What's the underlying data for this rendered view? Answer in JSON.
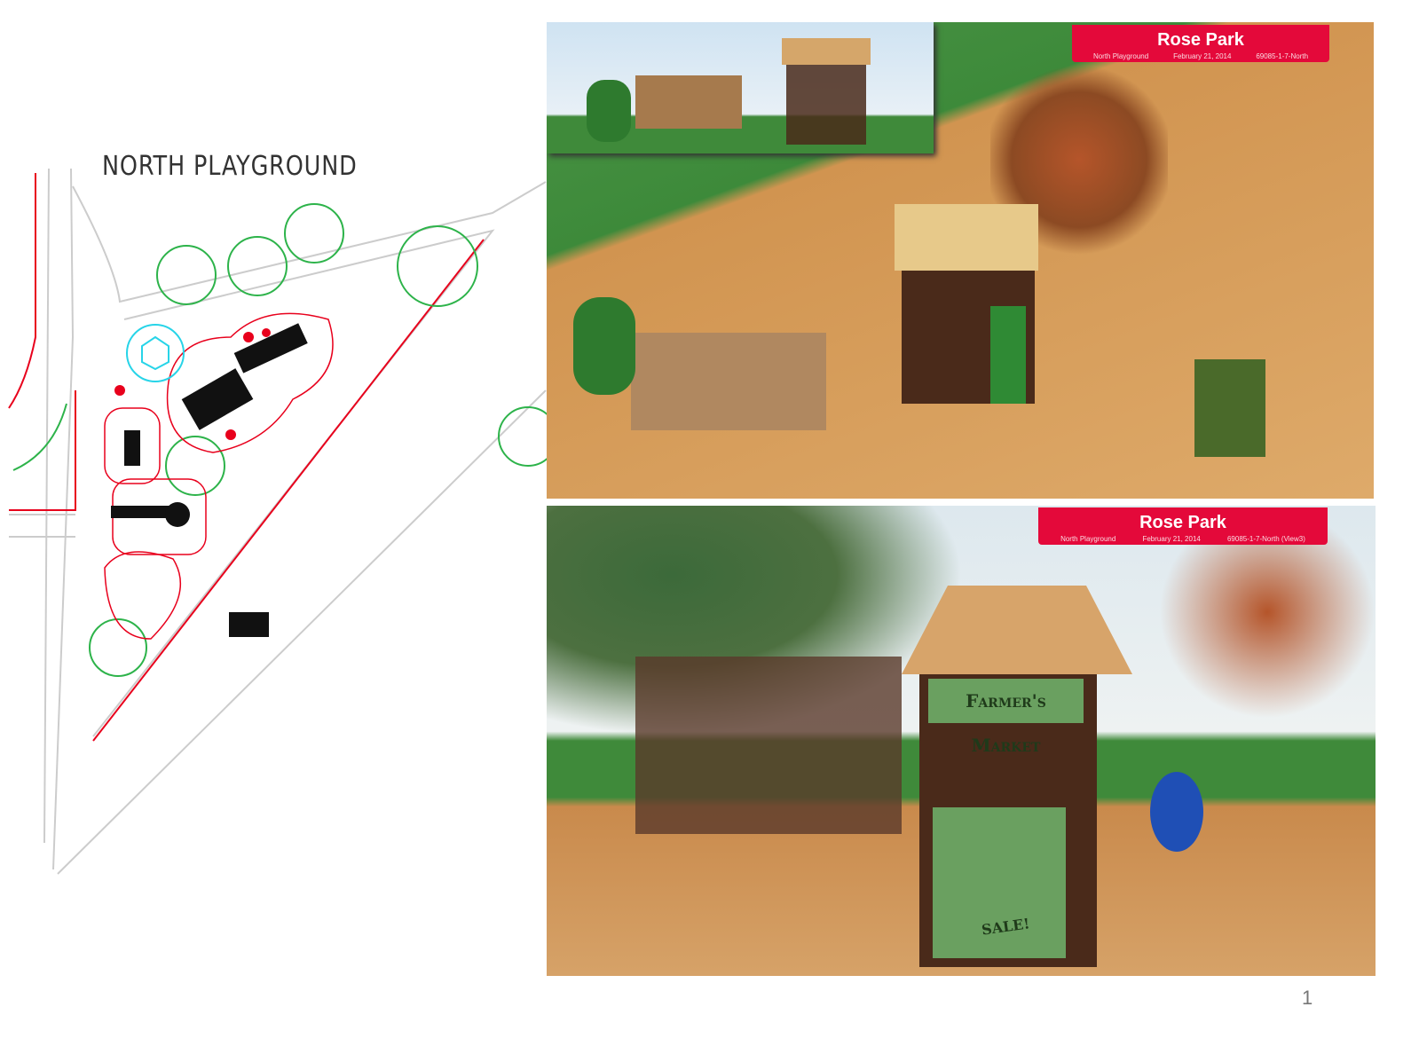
{
  "plan": {
    "title": "NORTH  PLAYGROUND"
  },
  "render_top": {
    "banner": {
      "title": "Rose Park",
      "subtitle_1": "North Playground",
      "subtitle_2": "February 21, 2014",
      "subtitle_3": "69085-1-7-North"
    }
  },
  "render_bottom": {
    "banner": {
      "title": "Rose Park",
      "subtitle_1": "North Playground",
      "subtitle_2": "February 21, 2014",
      "subtitle_3": "69085-1-7-North (View3)"
    },
    "sign_text": "Farmer's Market",
    "sale_text": "SALE!"
  },
  "page_number": "1",
  "colors": {
    "banner": "#e4093a",
    "grass": "#3f8a3a",
    "mulch": "#d59a55",
    "structure": "#4a2a1a",
    "plan_red": "#e8001c",
    "plan_green": "#2db34a"
  }
}
